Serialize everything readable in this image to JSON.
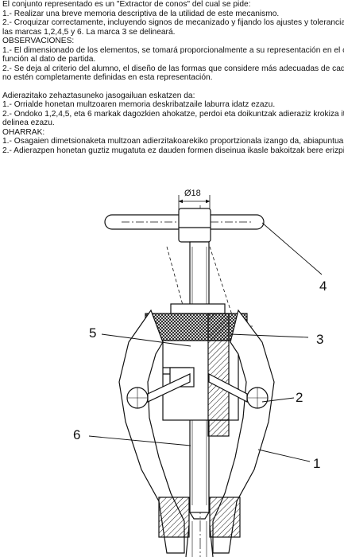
{
  "instructions": {
    "spanish": [
      "El conjunto representado es un \"Extractor de conos\" del cual se pide:",
      "1.- Realizar una breve memoria descriptiva de la utilidad de este mecanismo.",
      "2.- Croquizar correctamente, incluyendo signos de mecanizado y fijando los ajustes y tolerancias",
      "las marcas 1,2,4,5 y 6. La marca 3 se delineará.",
      "OBSERVACIONES:",
      "1.- El dimensionado de los elementos, se tomará proporcionalmente a su representación en el co",
      "función al dato de partida.",
      "2.- Se deja al criterio del alumno, el diseño de las formas que considere más adecuadas de cada",
      "no estén completamente definidas en esta representación."
    ],
    "basque": [
      "Adierazitako zehaztasuneko jasogailuan eskatzen da:",
      "1.- Orrialde honetan multzoaren memoria deskribatzaile laburra idatz ezazu.",
      "2.- Ondoko 1,2,4,5, eta 6 markak dagozkien ahokatze, perdoi eta doikuntzak adieraziz krokiza itz",
      " delinea ezazu.",
      "OHARRAK:",
      "1.- Osagaien dimetsionaketa multzoan adierzitakoarekiko proportzionala izango da, abiapuntua e",
      "2.- Adierazpen honetan guztiz mugatuta ez dauden formen diseinua ikasle bakoitzak bere erizpid"
    ]
  },
  "drawing": {
    "dimension_label": "Ø18",
    "callouts": {
      "n1": "1",
      "n2": "2",
      "n3": "3",
      "n4": "4",
      "n5": "5",
      "n6": "6"
    }
  }
}
